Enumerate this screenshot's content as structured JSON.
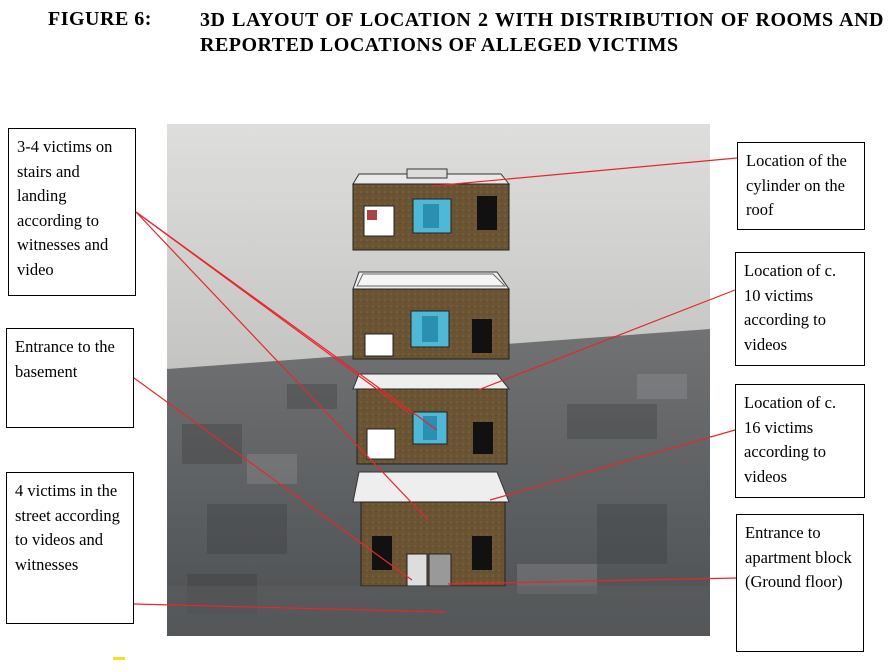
{
  "figure": {
    "label": "FIGURE 6:",
    "title": "3D LAYOUT OF LOCATION 2 WITH DISTRIBUTION OF ROOMS AND REPORTED LOCATIONS OF ALLEGED VICTIMS"
  },
  "callouts": {
    "stairs": "3-4 victims on stairs and landing according to witnesses and video",
    "basement": "Entrance to the basement",
    "street": "4 victims in the street according to videos and witnesses",
    "cylinder": "Location of the cylinder on the roof",
    "ten_victims": "Location of c. 10 victims according to videos",
    "sixteen_victims": "Location of c. 16 victims according to videos",
    "entrance": "Entrance to apartment block (Ground floor)"
  },
  "colors": {
    "arrow": "#e8262c",
    "facade": "#6b5434",
    "window_blue": "#4fb8d6",
    "ground": "#5a5d60",
    "sky": "#cfcfcd"
  }
}
